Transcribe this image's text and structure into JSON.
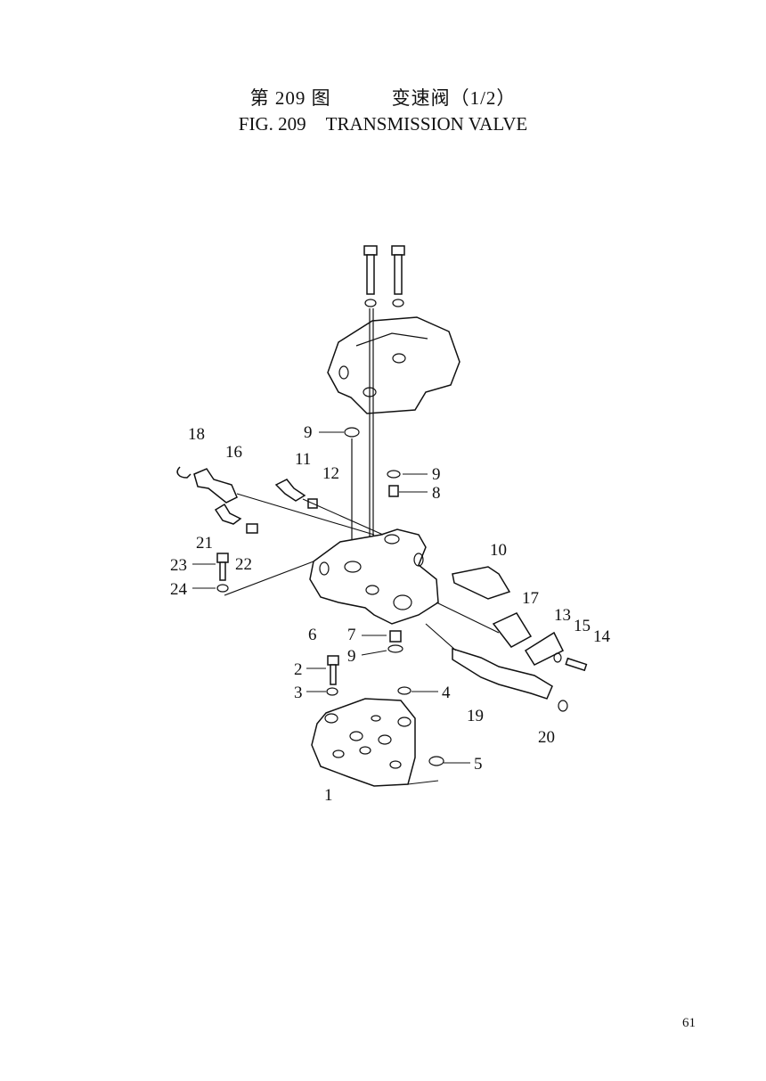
{
  "header": {
    "cn_figure": "第 209 图",
    "cn_title": "变速阀（1/2）",
    "en_figure": "FIG. 209",
    "en_title": "TRANSMISSION VALVE"
  },
  "callouts": [
    "1",
    "2",
    "3",
    "4",
    "5",
    "6",
    "7",
    "8",
    "9",
    "9",
    "9",
    "10",
    "11",
    "12",
    "13",
    "14",
    "15",
    "16",
    "17",
    "18",
    "19",
    "20",
    "21",
    "22",
    "23",
    "24"
  ],
  "page_number": "61"
}
